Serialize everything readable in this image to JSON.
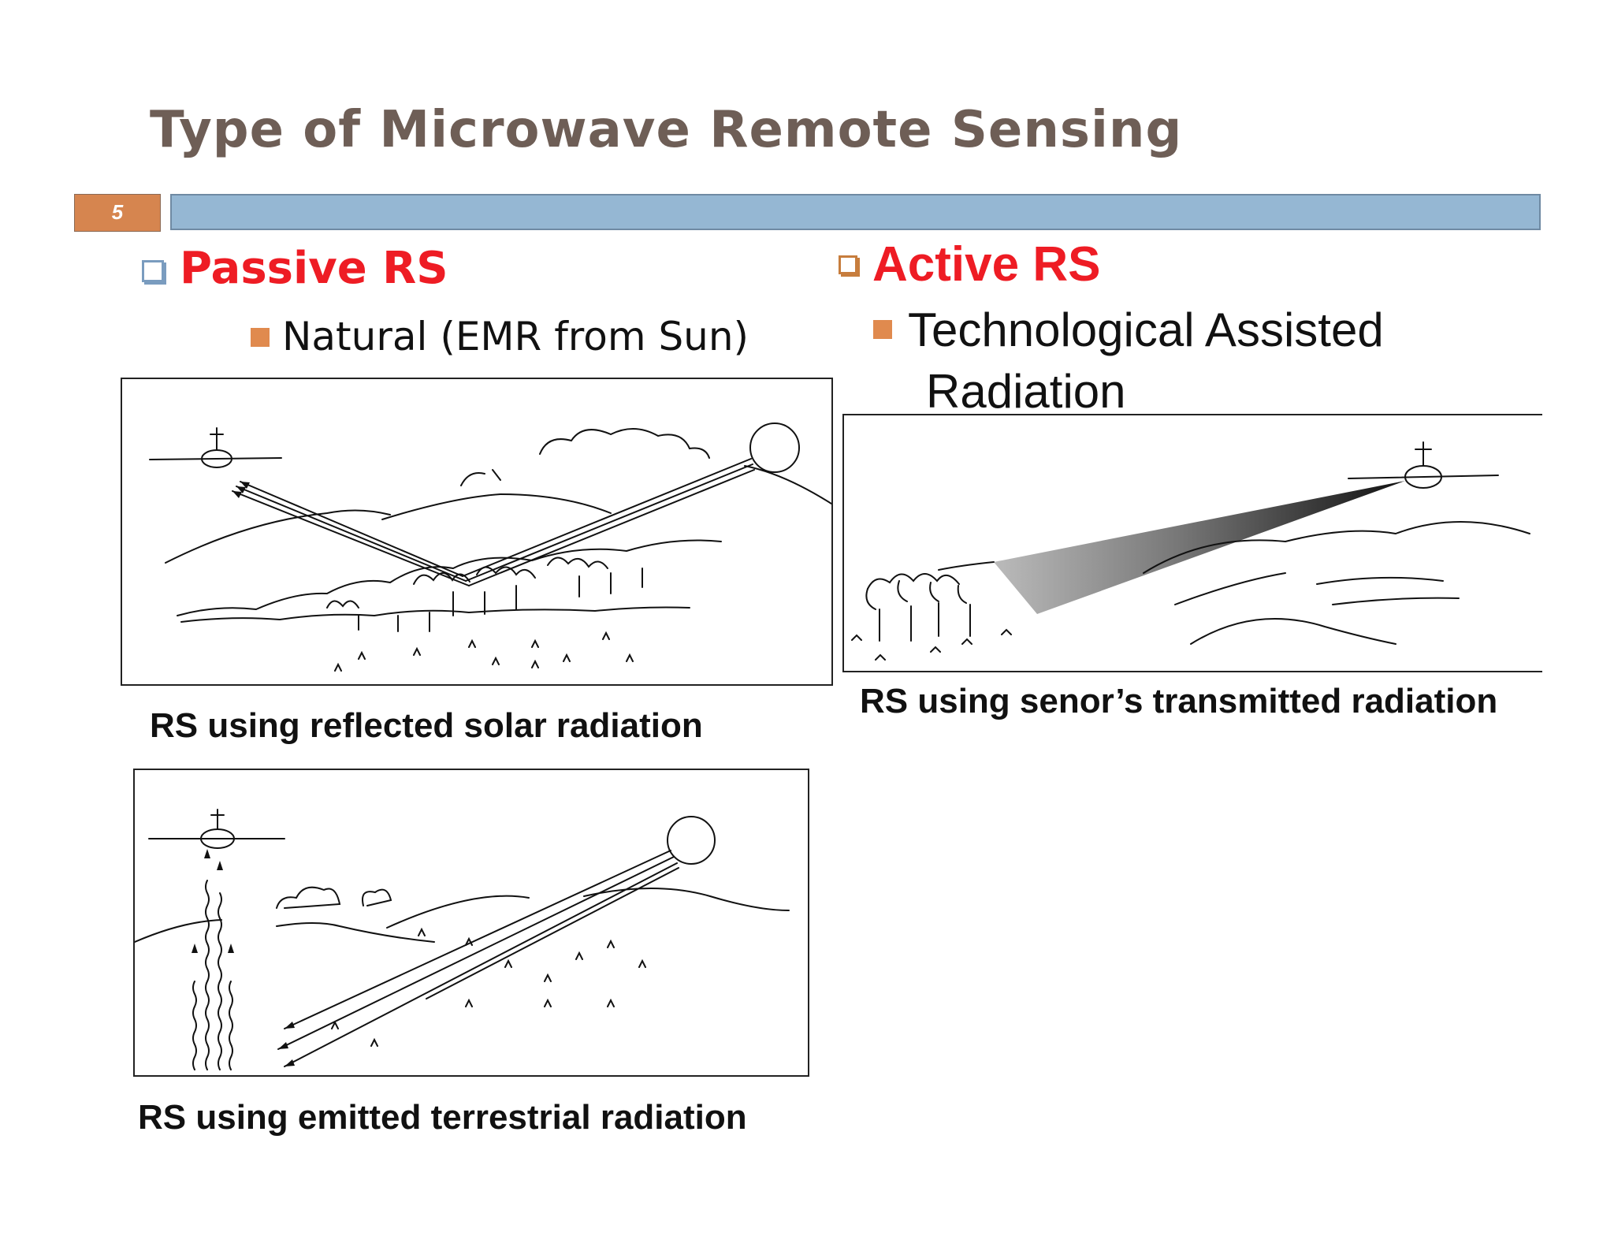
{
  "slide": {
    "title": "Type of  Microwave Remote Sensing",
    "number": "5"
  },
  "passive": {
    "heading": "Passive RS",
    "bullet": "Natural (EMR from Sun)"
  },
  "active": {
    "heading": "Active RS",
    "bullet_line1": "Technological Assisted",
    "bullet_line2": "Radiation"
  },
  "figures": {
    "reflected_caption": "RS using reflected  solar radiation",
    "emitted_caption": "RS using emitted  terrestrial radiation",
    "transmitted_caption": "RS using senor’s  transmitted radiation"
  },
  "colors": {
    "title": "#6e5e56",
    "heading_red": "#ee1c24",
    "header_bar": "#95b7d3",
    "slide_number_box": "#d6854f",
    "bullet": "#e08a4e"
  }
}
